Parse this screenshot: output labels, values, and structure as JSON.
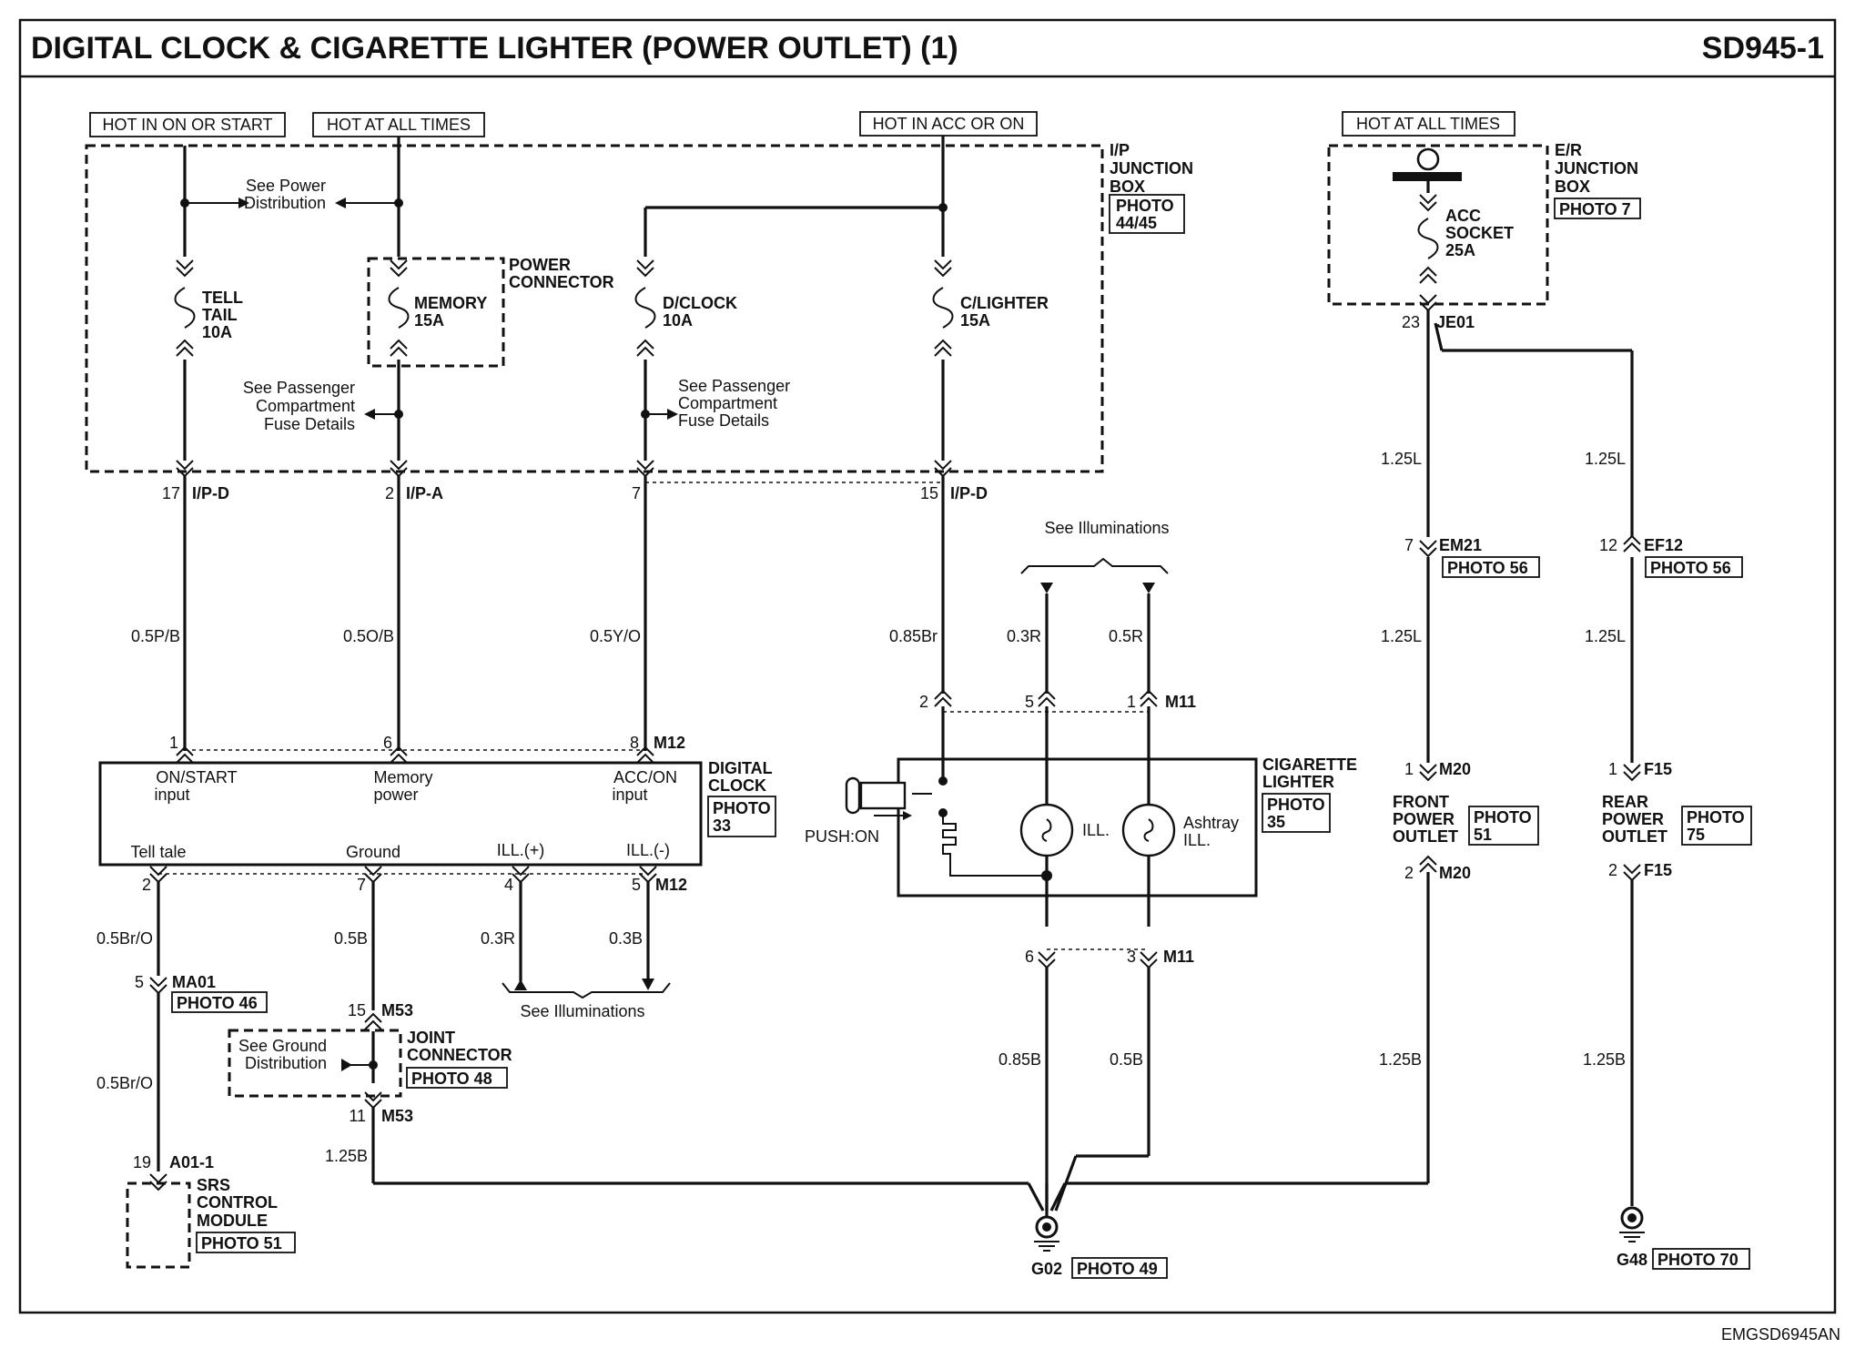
{
  "header": {
    "title": "DIGITAL CLOCK & CIGARETTE LIGHTER (POWER OUTLET) (1)",
    "code": "SD945-1"
  },
  "footer_code": "EMGSD6945AN",
  "power_labels": {
    "hot_on_start": "HOT IN ON OR START",
    "hot_all_times": "HOT AT ALL TIMES",
    "hot_acc_on": "HOT IN ACC OR ON",
    "hot_all_times_er": "HOT AT ALL TIMES"
  },
  "ip_box": {
    "l1": "I/P",
    "l2": "JUNCTION",
    "l3": "BOX",
    "photo1": "PHOTO",
    "photo2": "44/45"
  },
  "er_box": {
    "l1": "E/R",
    "l2": "JUNCTION",
    "l3": "BOX",
    "photo": "PHOTO 7"
  },
  "fuses": {
    "tell": [
      "TELL",
      "TAIL",
      "10A"
    ],
    "memory": [
      "MEMORY",
      "15A"
    ],
    "dclock": [
      "D/CLOCK",
      "10A"
    ],
    "clighter": [
      "C/LIGHTER",
      "15A"
    ],
    "acc": [
      "ACC",
      "SOCKET",
      "25A"
    ]
  },
  "power_connector": [
    "POWER",
    "CONNECTOR"
  ],
  "notes": {
    "see_power": [
      "See Power",
      "Distribution"
    ],
    "see_pass_left": [
      "See Passenger",
      "Compartment",
      "Fuse Details"
    ],
    "see_pass_right": [
      "See Passenger",
      "Compartment",
      "Fuse Details"
    ],
    "see_illum_top": "See Illuminations",
    "see_illum_bottom": "See Illuminations",
    "see_ground": [
      "See Ground",
      "Distribution"
    ]
  },
  "ip_pins": {
    "p17": "17",
    "ipd": "I/P-D",
    "p2": "2",
    "ipa": "I/P-A",
    "p7": "7",
    "p15": "15",
    "ipd2": "I/P-D"
  },
  "wires": {
    "w1": "0.5P/B",
    "w2": "0.5O/B",
    "w3": "0.5Y/O",
    "w4": "0.85Br",
    "w5": "0.3R",
    "w6": "0.5R",
    "w7": "0.5Br/O",
    "w8": "0.5B",
    "w9": "0.3R",
    "w10": "0.3B",
    "w11": "0.5Br/O",
    "w12": "1.25B",
    "w13": "0.85B",
    "w14": "0.5B",
    "w15": "1.25L",
    "w16": "1.25L",
    "w17": "1.25L",
    "w18": "1.25L",
    "w19": "1.25B",
    "w20": "1.25B"
  },
  "clock": {
    "title": [
      "DIGITAL",
      "CLOCK"
    ],
    "photo": [
      "PHOTO",
      "33"
    ],
    "in1": [
      "ON/START",
      "input"
    ],
    "in2": [
      "Memory",
      "power"
    ],
    "in3": [
      "ACC/ON",
      "input"
    ],
    "out1": "Tell tale",
    "out2": "Ground",
    "out3": "ILL.(+)",
    "out4": "ILL.(-)",
    "pins_top": [
      "1",
      "6",
      "8"
    ],
    "conn_top": "M12",
    "pins_bot": [
      "2",
      "7",
      "4",
      "5"
    ],
    "conn_bot": "M12"
  },
  "lighter": {
    "title": [
      "CIGARETTE",
      "LIGHTER"
    ],
    "photo": [
      "PHOTO",
      "35"
    ],
    "push": "PUSH:ON",
    "ill": "ILL.",
    "ashtray": [
      "Ashtray",
      "ILL."
    ],
    "pins_top": [
      "2",
      "5",
      "1"
    ],
    "conn_top": "M11",
    "pins_bot": [
      "6",
      "3"
    ],
    "conn_bot": "M11"
  },
  "connectors": {
    "je01_pin": "23",
    "je01": "JE01",
    "em21_pin": "7",
    "em21": "EM21",
    "em21_photo": "PHOTO 56",
    "ef12_pin": "12",
    "ef12": "EF12",
    "ef12_photo": "PHOTO 56",
    "ma01_pin": "5",
    "ma01": "MA01",
    "ma01_photo": "PHOTO 46",
    "m53_top_pin": "15",
    "m53_top": "M53",
    "m53_bot_pin": "11",
    "m53_bot": "M53",
    "a01_pin": "19",
    "a01": "A01-1",
    "m20_top_pin": "1",
    "m20_top": "M20",
    "m20_bot_pin": "2",
    "m20_bot": "M20",
    "f15_top_pin": "1",
    "f15_top": "F15",
    "f15_bot_pin": "2",
    "f15_bot": "F15"
  },
  "joint": {
    "l1": "JOINT",
    "l2": "CONNECTOR",
    "photo": "PHOTO 48"
  },
  "srs": {
    "l1": "SRS",
    "l2": "CONTROL",
    "l3": "MODULE",
    "photo": "PHOTO 51"
  },
  "front_outlet": {
    "l1": "FRONT",
    "l2": "POWER",
    "l3": "OUTLET",
    "photo": [
      "PHOTO",
      "51"
    ]
  },
  "rear_outlet": {
    "l1": "REAR",
    "l2": "POWER",
    "l3": "OUTLET",
    "photo": [
      "PHOTO",
      "75"
    ]
  },
  "grounds": {
    "g02": "G02",
    "g02_photo": "PHOTO 49",
    "g48": "G48",
    "g48_photo": "PHOTO 70"
  }
}
